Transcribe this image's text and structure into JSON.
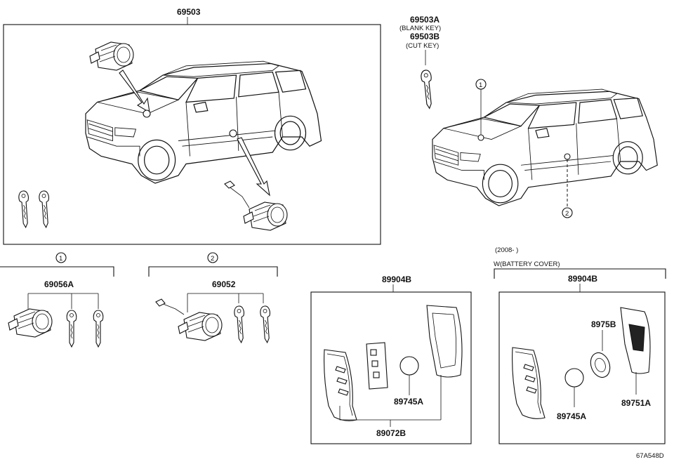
{
  "labels": {
    "p69503": "69503",
    "p69503A": "69503A",
    "blank_key": "(BLANK KEY)",
    "p69503B": "69503B",
    "cut_key": "(CUT KEY)",
    "p69056A": "69056A",
    "p69052": "69052",
    "p89904B_left": "89904B",
    "p89904B_right": "89904B",
    "p89745A_left": "89745A",
    "p89745A_right": "89745A",
    "p89072B": "89072B",
    "p8975B": "8975B",
    "p89751A": "89751A",
    "date_range": "(2008-      )",
    "battery_cover": "W(BATTERY COVER)",
    "callout_1_top": "1",
    "callout_2_top": "2",
    "callout_1_group": "1",
    "callout_2_group": "2",
    "drawing_id": "67A548D"
  }
}
